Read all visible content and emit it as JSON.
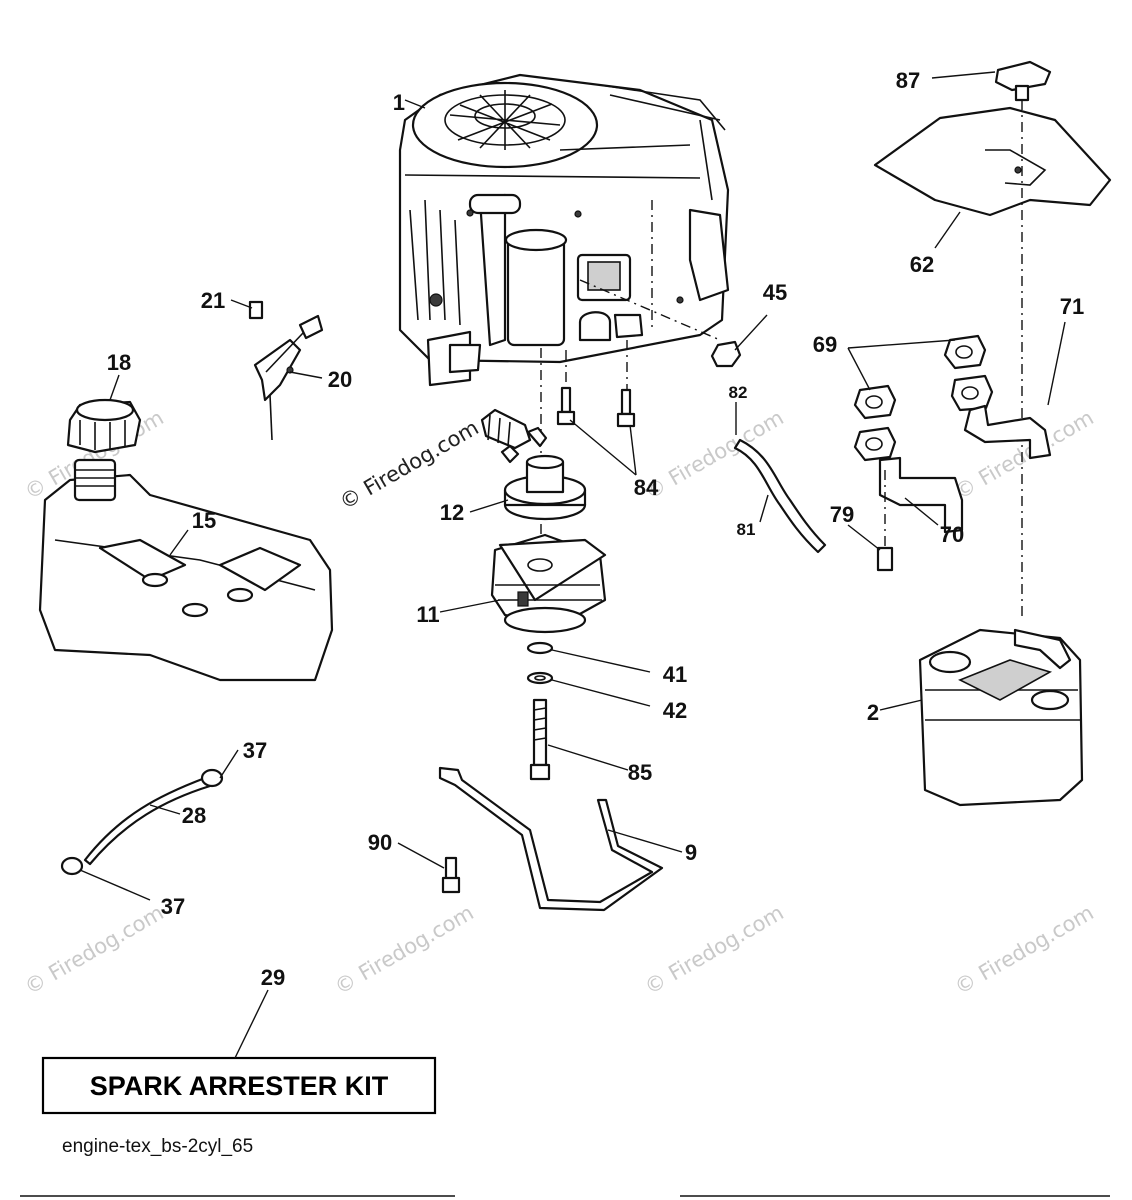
{
  "diagram_id": "engine-tex_bs-2cyl_65",
  "kit_label": "SPARK ARRESTER KIT",
  "watermark": "© Firedog.com",
  "parts": [
    {
      "ref": "1"
    },
    {
      "ref": "87"
    },
    {
      "ref": "62"
    },
    {
      "ref": "45"
    },
    {
      "ref": "21"
    },
    {
      "ref": "20"
    },
    {
      "ref": "18"
    },
    {
      "ref": "69"
    },
    {
      "ref": "71"
    },
    {
      "ref": "82"
    },
    {
      "ref": "84"
    },
    {
      "ref": "12"
    },
    {
      "ref": "15"
    },
    {
      "ref": "81"
    },
    {
      "ref": "79"
    },
    {
      "ref": "70"
    },
    {
      "ref": "11"
    },
    {
      "ref": "41"
    },
    {
      "ref": "42"
    },
    {
      "ref": "2"
    },
    {
      "ref": "37"
    },
    {
      "ref": "85"
    },
    {
      "ref": "28"
    },
    {
      "ref": "90"
    },
    {
      "ref": "9"
    },
    {
      "ref": "37"
    },
    {
      "ref": "29"
    }
  ]
}
